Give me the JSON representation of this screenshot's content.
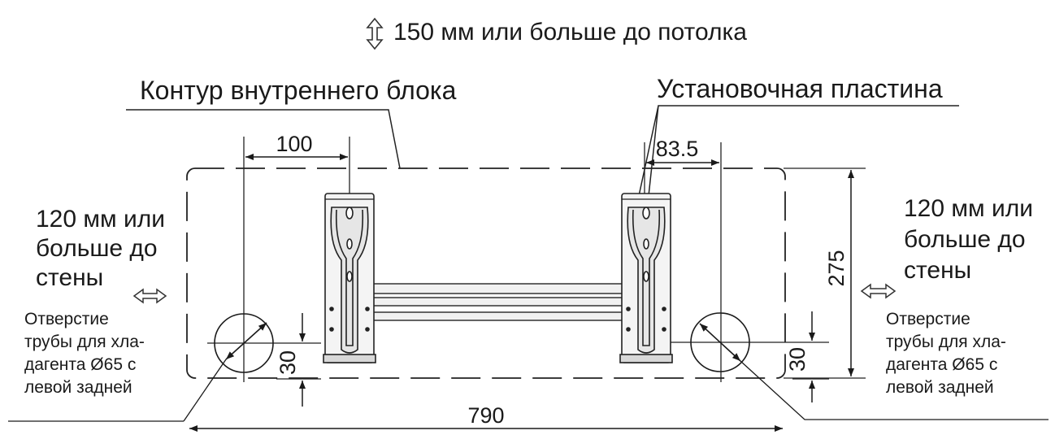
{
  "ceiling_clearance": "150 мм или больше до потолка",
  "indoor_unit_outline": "Контур внутреннего блока",
  "mounting_plate": "Установочная пластина",
  "wall_clearance_left": [
    "120 мм или",
    "больше до",
    "стены"
  ],
  "wall_clearance_right": [
    "120 мм или",
    "больше до",
    "стены"
  ],
  "pipe_hole_left": [
    "Отверстие",
    "трубы для хла-",
    "дагента Ø65 с",
    "левой задней"
  ],
  "pipe_hole_right": [
    "Отверстие",
    "трубы для хла-",
    "дагента Ø65 с",
    "левой задней"
  ],
  "dimensions": {
    "left_offset": "100",
    "right_offset": "83.5",
    "height": "275",
    "hole_height_left": "30",
    "hole_height_right": "30",
    "total_width": "790"
  }
}
